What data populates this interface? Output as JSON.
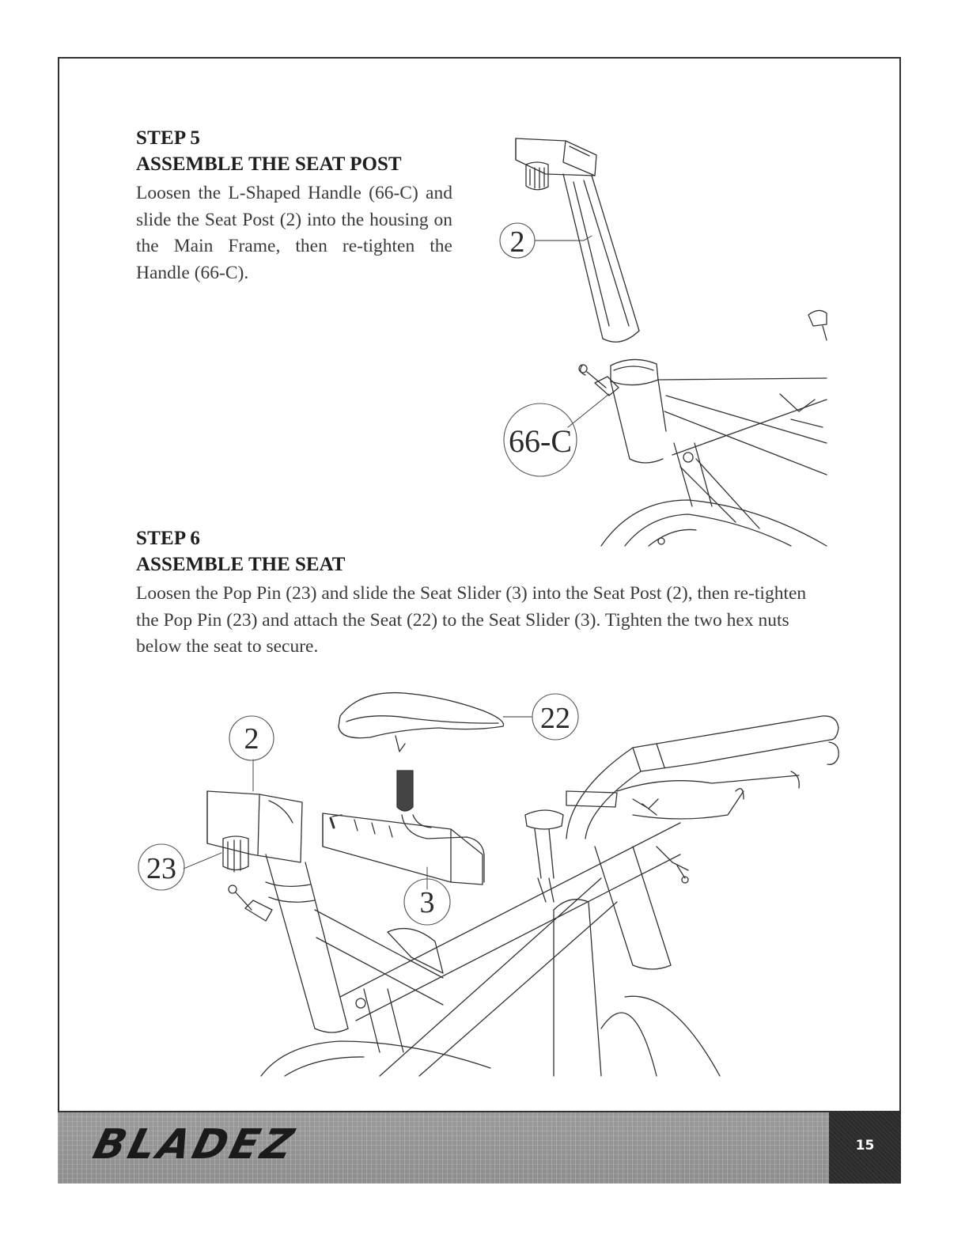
{
  "step5": {
    "title": "STEP 5",
    "heading": "ASSEMBLE THE SEAT POST",
    "text": "Loosen the L-Shaped Handle (66-C) and slide the Seat Post (2) into the housing on the Main Frame, then re-tighten the Handle (66-C)."
  },
  "step6": {
    "title": "STEP 6",
    "heading": "ASSEMBLE THE SEAT",
    "text": "Loosen the Pop Pin (23) and slide the Seat Slider (3) into the Seat Post (2), then re-tighten the Pop Pin (23) and attach the Seat (22) to the Seat Slider (3). Tighten the two hex nuts below the seat to secure."
  },
  "callouts": {
    "fig1_post": "2",
    "fig1_handle": "66-C",
    "fig2_post": "2",
    "fig2_seat": "22",
    "fig2_pin": "23",
    "fig2_slider": "3"
  },
  "footer": {
    "brand": "BLADEZ",
    "trademark": "®",
    "page_number": "15"
  },
  "colors": {
    "footer_bar": "#8e8e8e",
    "page_box": "#2b2b2b",
    "line_art": "#333333"
  }
}
